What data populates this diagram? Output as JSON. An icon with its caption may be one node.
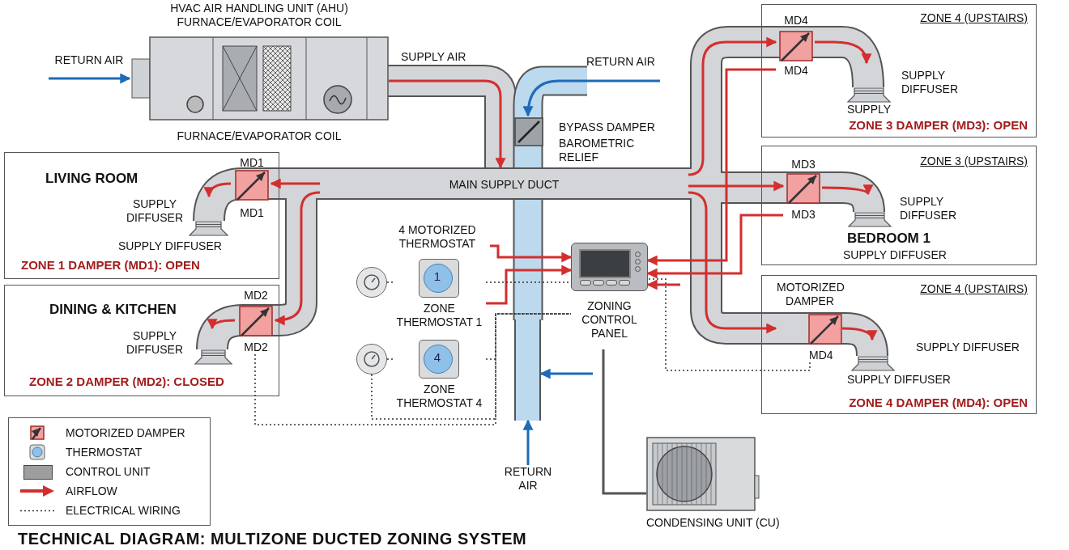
{
  "diagram": {
    "title": "TECHNICAL DIAGRAM: MULTIZONE DUCTED ZONING SYSTEM",
    "nodes": [
      {
        "text": [
          "HVAC AIR HANDLING UNIT (AHU) FURNACE/EVAPORATOR COIL"
        ],
        "beside": [
          "FURNACE/EVAPORATOR COIL"
        ]
      },
      {
        "text": [
          "MAIN SUPPLY DUCT"
        ]
      },
      {
        "text": [
          "LIVING ROOM",
          "ZONE 1 DAMPER (MD1): OPEN"
        ]
      },
      {
        "text": [
          "MD1"
        ],
        "beside": [
          "MD1"
        ],
        "in": 2
      },
      {
        "text": [
          "SUPPLY DIFFUSER",
          "SUPPLY DIFFUSER"
        ],
        "in": 2
      },
      {
        "text": [
          "DINING & KITCHEN",
          "ZONE 2 DAMPER (MD2): CLOSED"
        ]
      },
      {
        "text": [
          "MD2"
        ],
        "beside": [
          "MD2"
        ],
        "in": 5
      },
      {
        "text": [
          "SUPPLY DIFFUSER"
        ],
        "in": 5
      },
      {
        "text": [
          "ZONE 4 (UPSTAIRS)",
          "ZONE 3 DAMPER (MD3): OPEN"
        ]
      },
      {
        "text": [
          "MD4"
        ],
        "beside": [
          "MD4"
        ],
        "in": 8
      },
      {
        "text": [
          "SUPPLY DIFFUSER",
          "SUPPLY"
        ],
        "in": 8
      },
      {
        "text": [
          "ZONE 3 (UPSTAIRS)",
          "BEDROOM 1",
          "SUPPLY DIFFUSER"
        ]
      },
      {
        "text": [
          "MD3"
        ],
        "beside": [
          "MD3"
        ],
        "in": 11
      },
      {
        "text": [
          "SUPPLY DIFFUSER"
        ],
        "in": 11
      },
      {
        "text": [
          "ZONE 4 (UPSTAIRS)",
          "ZONE 4 DAMPER (MD4): OPEN"
        ]
      },
      {
        "text": [
          "MOTORIZED DAMPER"
        ],
        "beside": [
          "MD4"
        ],
        "in": 14
      },
      {
        "text": [
          "SUPPLY DIFFUSER",
          "SUPPLY DIFFUSER"
        ],
        "in": 14
      },
      {
        "text": [],
        "shape": "bar"
      },
      {
        "text": [
          "BYPASS DAMPER",
          "BAROMETRIC RELIEF"
        ]
      },
      {
        "text": [
          "ZONING CONTROL PANEL"
        ]
      },
      {
        "text": [
          "1",
          "ZONE THERMOSTAT 1"
        ]
      },
      {
        "text": [],
        "shape": "circle"
      },
      {
        "text": [
          "4",
          "ZONE THERMOSTAT 4"
        ]
      },
      {
        "text": [],
        "shape": "circle"
      },
      {
        "text": [
          "4 MOTORIZED THERMOSTAT"
        ]
      },
      {
        "text": [
          "CONDENSING UNIT (CU)"
        ]
      },
      {
        "text": [
          "RETURN AIR"
        ]
      },
      {
        "text": [
          "RETURN AIR"
        ]
      },
      {
        "text": [
          "RETURN AIR"
        ]
      }
    ],
    "edges": [
      {
        "from": 0,
        "to": 1,
        "arrow": "to",
        "label": "SUPPLY AIR"
      },
      {
        "from": 1,
        "to": 3,
        "arrow": "to"
      },
      {
        "from": 3,
        "to": 4,
        "arrow": "to"
      },
      {
        "from": 1,
        "to": 6,
        "arrow": "to"
      },
      {
        "from": 6,
        "to": 7,
        "arrow": "to"
      },
      {
        "from": 1,
        "to": 9,
        "arrow": "to"
      },
      {
        "from": 9,
        "to": 10,
        "arrow": "to"
      },
      {
        "from": 1,
        "to": 12,
        "arrow": "to"
      },
      {
        "from": 12,
        "to": 13,
        "arrow": "to"
      },
      {
        "from": 1,
        "to": 15,
        "arrow": "to"
      },
      {
        "from": 15,
        "to": 16,
        "arrow": "to"
      },
      {
        "from": 26,
        "to": 0,
        "arrow": "to",
        "color": "#1e6bb8"
      },
      {
        "from": 27,
        "to": 18,
        "arrow": "to",
        "color": "#1e6bb8"
      },
      {
        "from": null,
        "to": 17,
        "arrow": "to",
        "color": "#1e6bb8"
      },
      {
        "from": 28,
        "to": 17,
        "arrow": "to",
        "color": "#1e6bb8"
      },
      {
        "from": 9,
        "to": 19,
        "arrow": "to"
      },
      {
        "from": 12,
        "to": 19,
        "arrow": "to"
      },
      {
        "from": 24,
        "to": 19,
        "arrow": "to"
      },
      {
        "from": 20,
        "to": 19,
        "arrow": "to"
      },
      {
        "from": null,
        "to": 19,
        "arrow": "to"
      },
      {
        "from": 21,
        "to": 20,
        "arrow": "none",
        "style": "dashed",
        "color": "#333333"
      },
      {
        "from": 23,
        "to": 22,
        "arrow": "none",
        "style": "dashed",
        "color": "#333333"
      },
      {
        "from": 20,
        "to": 19,
        "arrow": "none",
        "style": "dashed",
        "color": "#333333"
      },
      {
        "from": 22,
        "to": 19,
        "arrow": "none",
        "style": "dashed",
        "color": "#333333"
      },
      {
        "from": 6,
        "to": 19,
        "arrow": "none",
        "style": "dashed",
        "color": "#333333"
      },
      {
        "from": 23,
        "to": 19,
        "arrow": "none",
        "style": "dashed",
        "color": "#333333"
      },
      {
        "from": 15,
        "to": 19,
        "arrow": "none",
        "style": "dashed",
        "color": "#333333"
      },
      {
        "from": 19,
        "to": 25,
        "arrow": "none",
        "color": "#555555"
      }
    ],
    "legend": [
      {
        "text": "MOTORIZED DAMPER"
      },
      {
        "text": "THERMOSTAT"
      },
      {
        "text": "CONTROL UNIT",
        "color": "#9e9e9e"
      },
      {
        "text": "AIRFLOW"
      },
      {
        "text": "ELECTRICAL WIRING"
      }
    ]
  }
}
